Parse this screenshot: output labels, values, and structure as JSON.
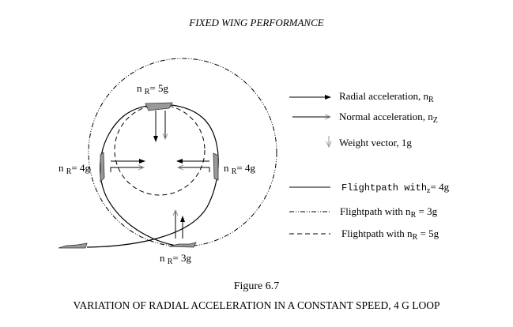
{
  "header": {
    "title": "FIXED WING PERFORMANCE"
  },
  "diagram": {
    "labels": {
      "top": {
        "n": "n",
        "sub": "R",
        "value": "= 5g"
      },
      "left": {
        "n": "n",
        "sub": "R",
        "value": "= 4g"
      },
      "right": {
        "n": "n",
        "sub": "R",
        "value": "= 4g"
      },
      "bottom": {
        "n": "n",
        "sub": "R",
        "value": "= 3g"
      }
    },
    "legend": {
      "radial": {
        "text": "Radial acceleration,  n",
        "sub": "R"
      },
      "normal": {
        "text": "Normal acceleration, n",
        "sub": "Z"
      },
      "weight": {
        "text": "Weight vector, 1g"
      },
      "fp4": {
        "text": "Flightpath with",
        "sub": "z",
        "value": "= 4g"
      },
      "fp3": {
        "text": "Flightpath with n",
        "sub": "R",
        "value": " = 3g"
      },
      "fp5": {
        "text": "Flightpath with n",
        "sub": "R",
        "value": " = 5g"
      }
    }
  },
  "footer": {
    "figure": "Figure 6.7",
    "caption": "VARIATION OF RADIAL ACCELERATION IN A CONSTANT SPEED, 4 G LOOP"
  }
}
